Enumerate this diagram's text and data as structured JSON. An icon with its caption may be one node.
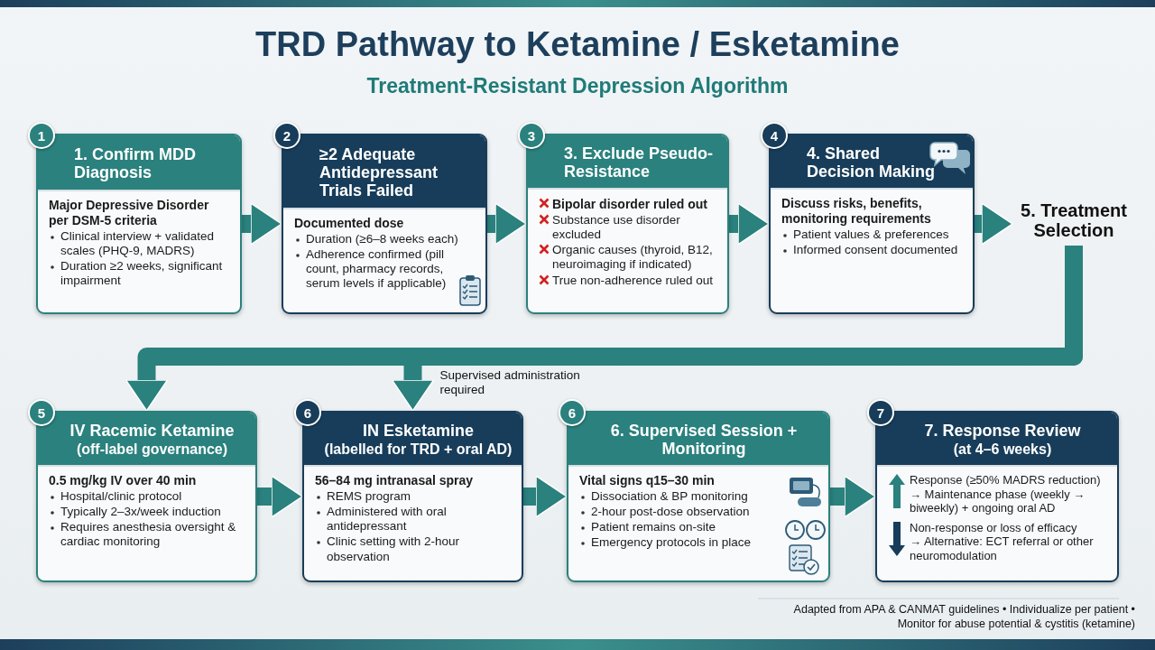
{
  "diagram": {
    "title": "TRD Pathway to Ketamine / Esketamine",
    "caption": "Treatment-Resistant Depression Algorithm",
    "nodes": [
      {
        "text": [
          "1",
          "1. Confirm MDD Diagnosis",
          "Major Depressive Disorder per DSM-5 criteria",
          "Clinical interview + validated scales (PHQ-9, MADRS)",
          "Duration ≥2 weeks, significant impairment"
        ]
      },
      {
        "text": [
          "2",
          "≥2 Adequate Antidepressant Trials Failed",
          "Documented dose",
          "Duration (≥6–8 weeks each)",
          "Adherence confirmed (pill count, pharmacy records, serum levels if applicable)"
        ]
      },
      {
        "text": [
          "3",
          "3. Exclude Pseudo-Resistance",
          "Bipolar disorder ruled out",
          "Substance use disorder excluded",
          "Organic causes (thyroid, B12, neuroimaging if indicated)",
          "True non-adherence ruled out"
        ]
      },
      {
        "text": [
          "4",
          "4. Shared Decision Making",
          "Discuss risks, benefits, monitoring requirements",
          "Patient values & preferences",
          "Informed consent documented"
        ]
      },
      {
        "text": [
          "5. Treatment Selection"
        ]
      },
      {
        "text": [
          "5",
          "IV Racemic Ketamine",
          "(off-label governance)",
          "0.5 mg/kg IV over 40 min",
          "Hospital/clinic protocol",
          "Typically 2–3x/week induction",
          "Requires anesthesia oversight & cardiac monitoring"
        ]
      },
      {
        "text": [
          "6",
          "IN Esketamine",
          "(labelled for TRD + oral AD)",
          "56–84 mg intranasal spray",
          "REMS program",
          "Administered with oral antidepressant",
          "Clinic setting with 2-hour observation"
        ]
      },
      {
        "text": [
          "6",
          "6. Supervised Session + Monitoring",
          "Vital signs q15–30 min",
          "Dissociation & BP monitoring",
          "2-hour post-dose observation",
          "Patient remains on-site",
          "Emergency protocols in place"
        ]
      },
      {
        "text": [
          "7",
          "7. Response Review",
          "(at 4–6 weeks)",
          "Response (≥50% MADRS reduction)",
          "→ Maintenance phase (weekly → biweekly) + ongoing oral AD",
          "Non-response or loss of efficacy",
          "→ Alternative: ECT referral or other neuromodulation"
        ]
      }
    ],
    "edges": [
      {
        "from": 0,
        "to": 1,
        "arrow": "to"
      },
      {
        "from": 1,
        "to": 2,
        "arrow": "to"
      },
      {
        "from": 2,
        "to": 3,
        "arrow": "to"
      },
      {
        "from": 3,
        "to": 4,
        "arrow": "to"
      },
      {
        "from": 4,
        "to": 5,
        "arrow": "to"
      },
      {
        "from": 4,
        "to": 6,
        "arrow": "to",
        "label": "Supervised administration required"
      },
      {
        "from": 5,
        "to": 6,
        "arrow": "to"
      },
      {
        "from": 6,
        "to": 7,
        "arrow": "to"
      },
      {
        "from": 7,
        "to": 8,
        "arrow": "to"
      }
    ],
    "labels": [
      "Adapted from APA & CANMAT guidelines • Individualize per patient • Monitor for abuse potential & cystitis (ketamine)"
    ]
  }
}
